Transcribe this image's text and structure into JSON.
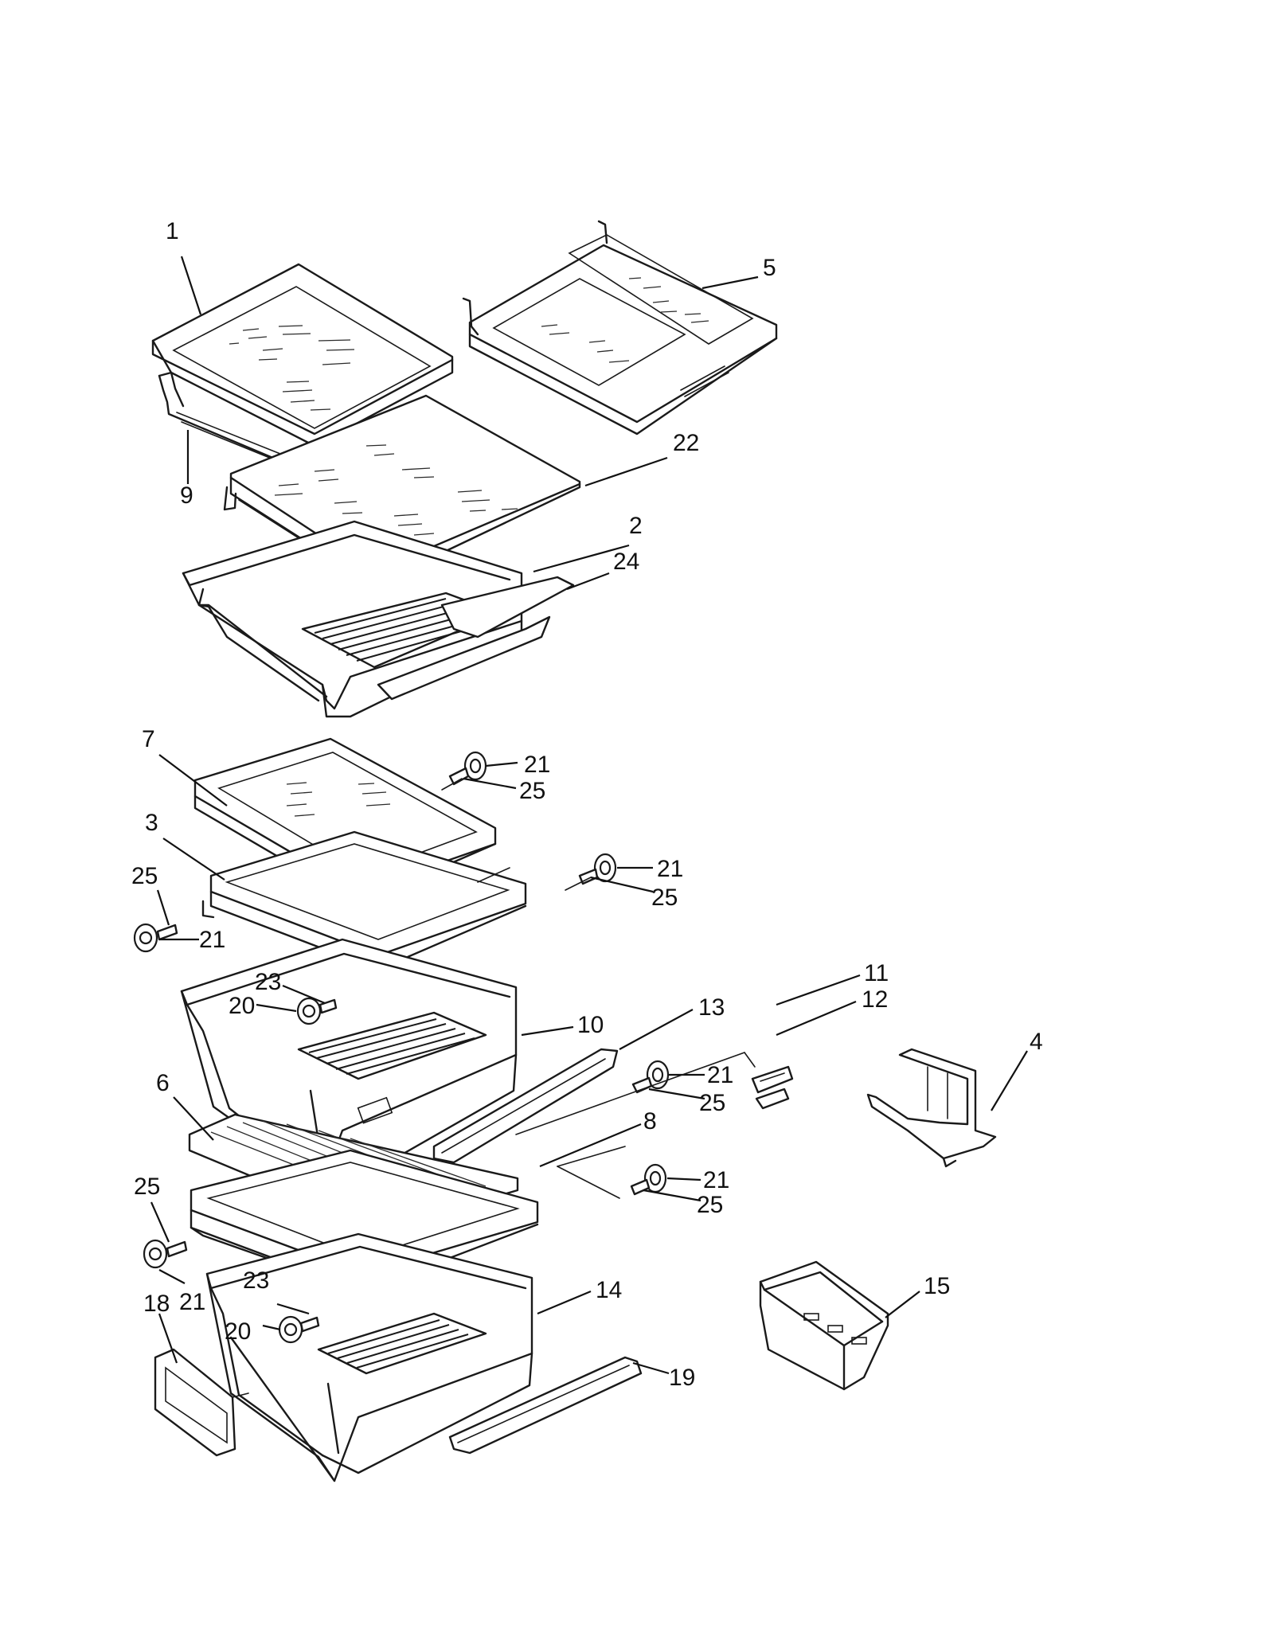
{
  "diagram": {
    "callouts": [
      {
        "id": "c1",
        "text": "1"
      },
      {
        "id": "c5",
        "text": "5"
      },
      {
        "id": "c9",
        "text": "9"
      },
      {
        "id": "c22",
        "text": "22"
      },
      {
        "id": "c2",
        "text": "2"
      },
      {
        "id": "c24",
        "text": "24"
      },
      {
        "id": "c7",
        "text": "7"
      },
      {
        "id": "c21a",
        "text": "21"
      },
      {
        "id": "c25a",
        "text": "25"
      },
      {
        "id": "c3",
        "text": "3"
      },
      {
        "id": "c21b",
        "text": "21"
      },
      {
        "id": "c25b",
        "text": "25"
      },
      {
        "id": "c25c",
        "text": "25"
      },
      {
        "id": "c21c",
        "text": "21"
      },
      {
        "id": "c23a",
        "text": "23"
      },
      {
        "id": "c20a",
        "text": "20"
      },
      {
        "id": "c11",
        "text": "11"
      },
      {
        "id": "c12",
        "text": "12"
      },
      {
        "id": "c10",
        "text": "10"
      },
      {
        "id": "c13",
        "text": "13"
      },
      {
        "id": "c4",
        "text": "4"
      },
      {
        "id": "c6",
        "text": "6"
      },
      {
        "id": "c21d",
        "text": "21"
      },
      {
        "id": "c25d",
        "text": "25"
      },
      {
        "id": "c8",
        "text": "8"
      },
      {
        "id": "c21e",
        "text": "21"
      },
      {
        "id": "c25e",
        "text": "25"
      },
      {
        "id": "c25f",
        "text": "25"
      },
      {
        "id": "c21f",
        "text": "21"
      },
      {
        "id": "c23b",
        "text": "23"
      },
      {
        "id": "c14",
        "text": "14"
      },
      {
        "id": "c18",
        "text": "18"
      },
      {
        "id": "c20b",
        "text": "20"
      },
      {
        "id": "c15",
        "text": "15"
      },
      {
        "id": "c19",
        "text": "19"
      }
    ]
  }
}
